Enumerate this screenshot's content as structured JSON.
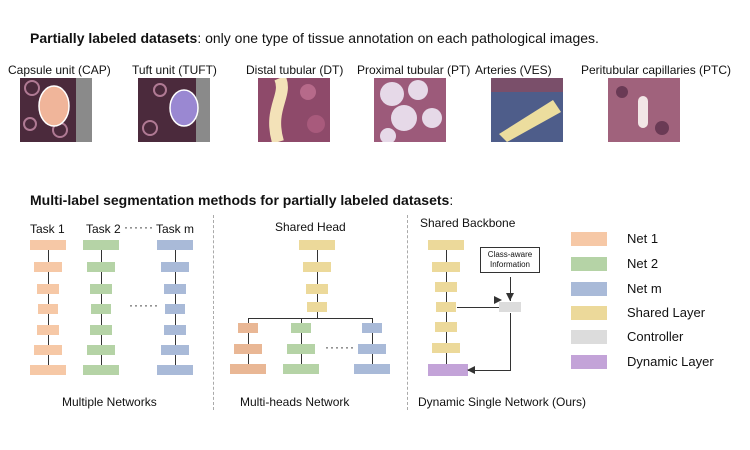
{
  "header": {
    "title_bold": "Partially labeled datasets",
    "title_rest": ": only one type of tissue annotation on each pathological images."
  },
  "tiles": [
    {
      "label": "Capsule unit (CAP)"
    },
    {
      "label": "Tuft unit (TUFT)"
    },
    {
      "label": "Distal tubular (DT)"
    },
    {
      "label": "Proximal tubular (PT)"
    },
    {
      "label": "Arteries (VES)"
    },
    {
      "label": "Peritubular capillaries (PTC)"
    }
  ],
  "section": {
    "title_bold": "Multi-label segmentation methods for partially labeled datasets",
    "title_rest": ":"
  },
  "multiple_networks": {
    "task1": "Task 1",
    "task2": "Task 2",
    "task_dots": "······",
    "taskm": "Task m",
    "middle_dots": "······",
    "caption": "Multiple Networks"
  },
  "multi_heads": {
    "head": "Shared Head",
    "dots": "······",
    "caption": "Multi-heads Network"
  },
  "dynamic": {
    "head": "Shared Backbone",
    "info_line1": "Class-aware",
    "info_line2": "Information",
    "caption": "Dynamic Single Network (Ours)"
  },
  "legend": [
    {
      "label": "Net 1",
      "color": "#f6c8a6"
    },
    {
      "label": "Net 2",
      "color": "#b5d3a6"
    },
    {
      "label": "Net m",
      "color": "#a9bad8"
    },
    {
      "label": "Shared Layer",
      "color": "#ecd99a"
    },
    {
      "label": "Controller",
      "color": "#dcdcdc"
    },
    {
      "label": "Dynamic Layer",
      "color": "#c3a3d8"
    }
  ]
}
